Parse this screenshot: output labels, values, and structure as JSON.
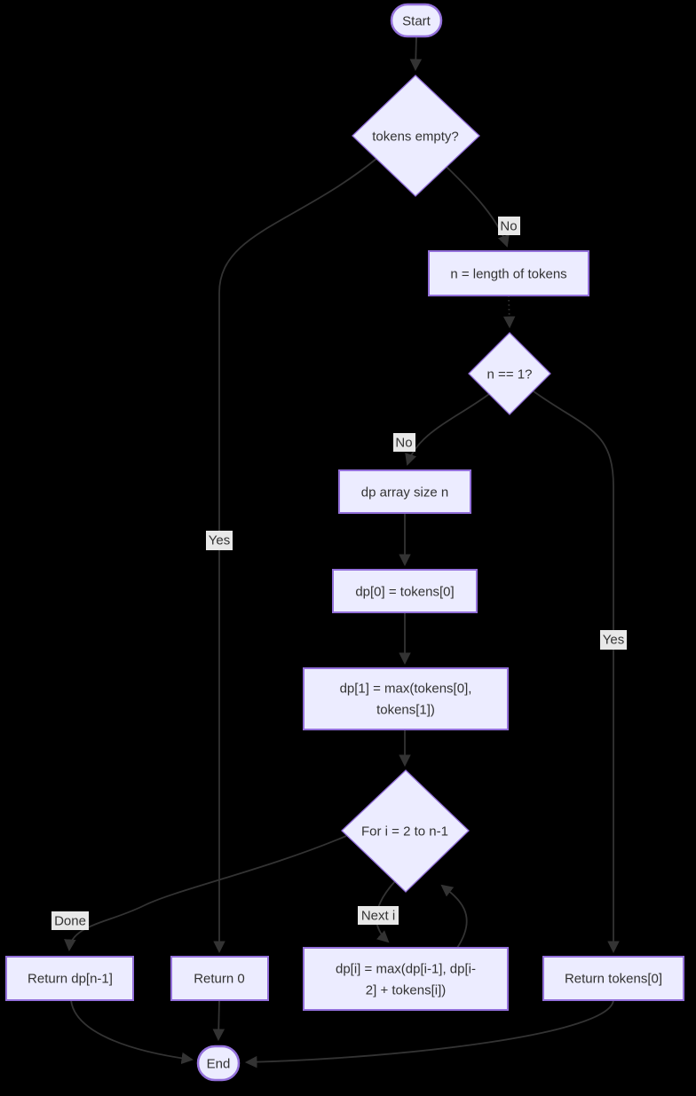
{
  "diagram": {
    "type": "flowchart",
    "background_color": "#000000",
    "colors": {
      "node_fill": "#ECECFF",
      "node_border": "#9370DB",
      "node_text": "#333333",
      "edge_line": "#333333",
      "edge_label_bg": "#e8e8e8",
      "edge_label_text": "#333333"
    },
    "nodes": {
      "start": {
        "shape": "stadium",
        "label": "Start"
      },
      "tokens_empty": {
        "shape": "diamond",
        "label": "tokens empty?"
      },
      "n_length": {
        "shape": "rect",
        "label": "n = length of tokens"
      },
      "n_eq_1": {
        "shape": "diamond",
        "label": "n == 1?"
      },
      "dp_array": {
        "shape": "rect",
        "label": "dp array size n"
      },
      "dp0": {
        "shape": "rect",
        "label": "dp[0] = tokens[0]"
      },
      "dp1": {
        "shape": "rect",
        "label_line1": "dp[1] = max(tokens[0],",
        "label_line2": "tokens[1])"
      },
      "for_loop": {
        "shape": "diamond",
        "label": "For i = 2 to n-1"
      },
      "return_dp": {
        "shape": "rect",
        "label": "Return dp[n-1]"
      },
      "return_0": {
        "shape": "rect",
        "label": "Return 0"
      },
      "dp_i": {
        "shape": "rect",
        "label_line1": "dp[i] = max(dp[i-1], dp[i-",
        "label_line2": "2] + tokens[i])"
      },
      "return_tokens": {
        "shape": "rect",
        "label": "Return tokens[0]"
      },
      "end": {
        "shape": "stadium",
        "label": "End"
      }
    },
    "edge_labels": {
      "no1": "No",
      "yes1": "Yes",
      "no2": "No",
      "yes2": "Yes",
      "done": "Done",
      "next_i": "Next i"
    },
    "edges": [
      {
        "from": "start",
        "to": "tokens_empty",
        "label": ""
      },
      {
        "from": "tokens_empty",
        "to": "n_length",
        "label": "No"
      },
      {
        "from": "tokens_empty",
        "to": "return_0",
        "label": "Yes"
      },
      {
        "from": "n_length",
        "to": "n_eq_1",
        "label": "",
        "style": "dotted"
      },
      {
        "from": "n_eq_1",
        "to": "dp_array",
        "label": "No"
      },
      {
        "from": "n_eq_1",
        "to": "return_tokens",
        "label": "Yes"
      },
      {
        "from": "dp_array",
        "to": "dp0",
        "label": ""
      },
      {
        "from": "dp0",
        "to": "dp1",
        "label": ""
      },
      {
        "from": "dp1",
        "to": "for_loop",
        "label": ""
      },
      {
        "from": "for_loop",
        "to": "dp_i",
        "label": "Next i"
      },
      {
        "from": "dp_i",
        "to": "for_loop",
        "label": ""
      },
      {
        "from": "for_loop",
        "to": "return_dp",
        "label": "Done"
      },
      {
        "from": "return_dp",
        "to": "end",
        "label": ""
      },
      {
        "from": "return_0",
        "to": "end",
        "label": ""
      },
      {
        "from": "return_tokens",
        "to": "end",
        "label": ""
      }
    ]
  }
}
